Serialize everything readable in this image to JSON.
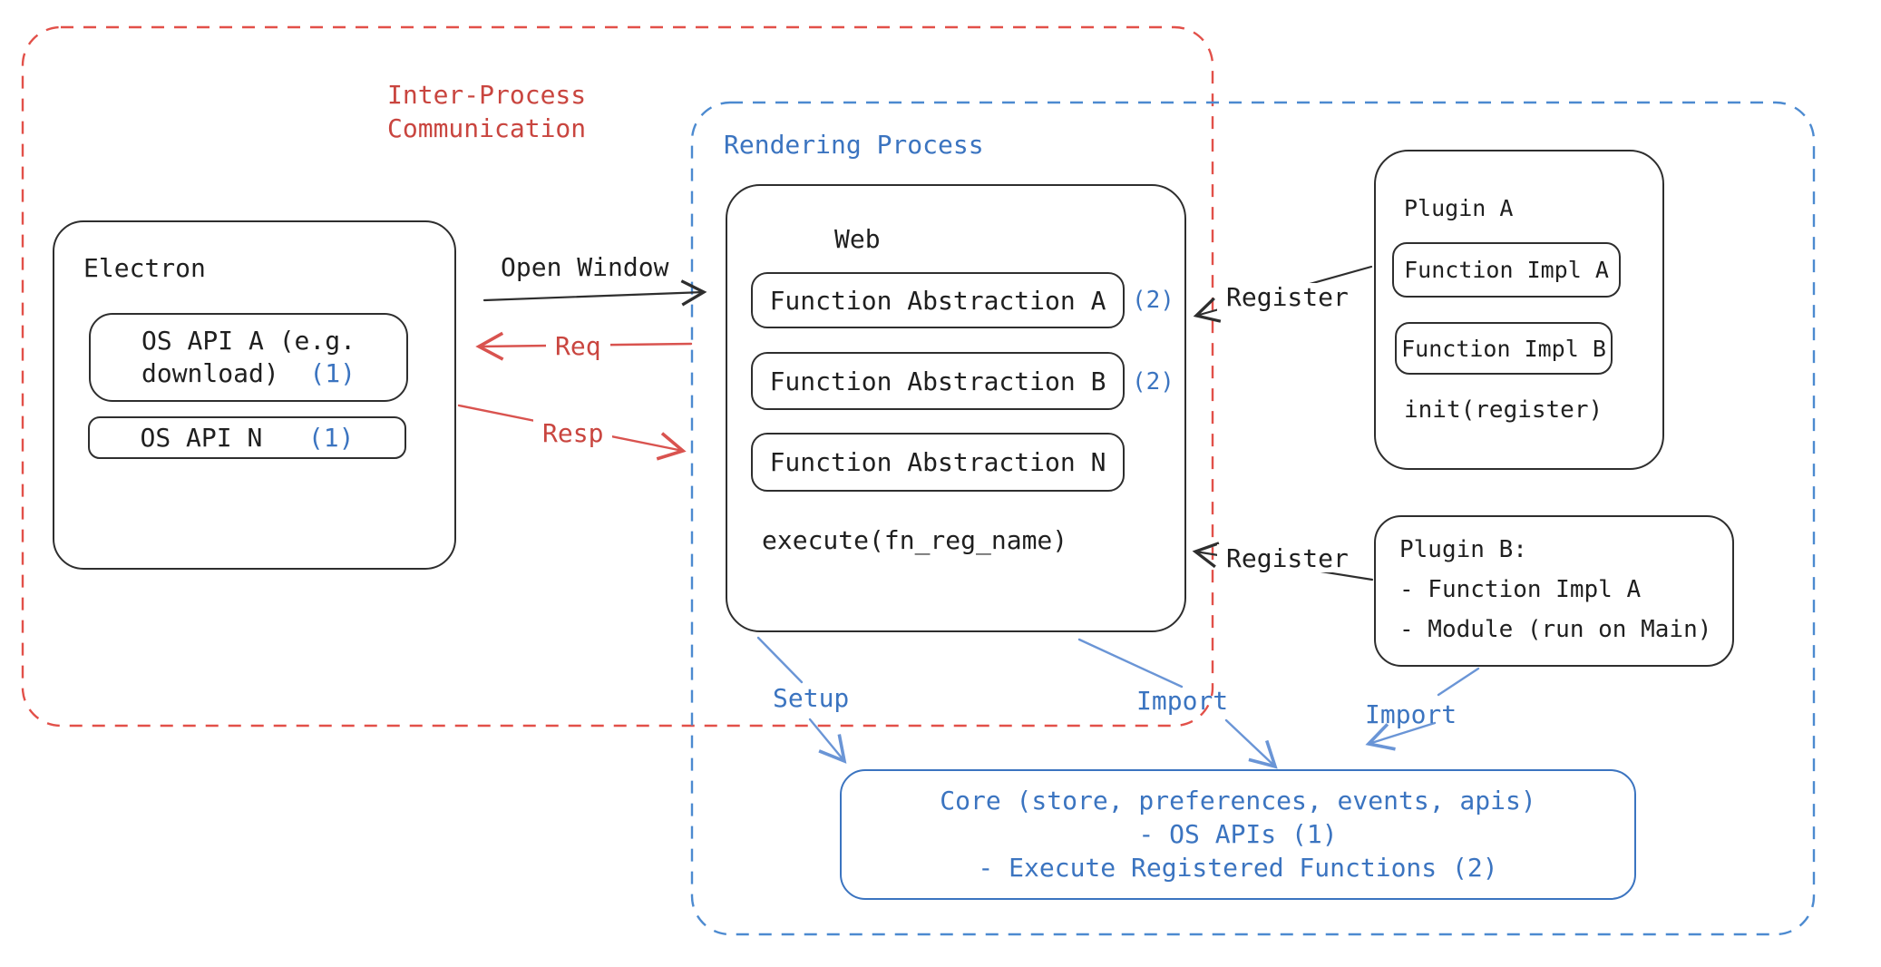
{
  "colors": {
    "ink": "#2e2e2e",
    "text": "#1f1f1f",
    "red": "#c9453f",
    "dash-red": "#e25049",
    "blue": "#3b74c0",
    "dash-blue": "#4c8ad0",
    "arrow-blue": "#6a95d6"
  },
  "ipc_region": {
    "line1": "Inter-Process",
    "line2": "Communication"
  },
  "rendering_region": {
    "label": "Rendering Process"
  },
  "electron": {
    "title": "Electron",
    "os_api_a": {
      "line1": "OS API A (e.g.",
      "line2": "download)",
      "badge": "(1)"
    },
    "os_api_n": {
      "label": "OS API N",
      "badge": "(1)"
    }
  },
  "web": {
    "title": "Web",
    "abstractions": [
      {
        "label": "Function Abstraction A",
        "badge": "(2)"
      },
      {
        "label": "Function Abstraction B",
        "badge": "(2)"
      },
      {
        "label": "Function Abstraction N",
        "badge": null
      }
    ],
    "execute": "execute(fn_reg_name)"
  },
  "plugin_a": {
    "title": "Plugin A",
    "impl_a": "Function Impl A",
    "impl_b": "Function Impl B",
    "init": "init(register)"
  },
  "plugin_b": {
    "title": "Plugin B:",
    "items": [
      "- Function Impl A",
      "- Module (run on Main)"
    ]
  },
  "core": {
    "lines": [
      "Core (store, preferences, events, apis)",
      "- OS APIs (1)",
      "- Execute Registered Functions (2)"
    ]
  },
  "arrow_labels": {
    "open_window": "Open Window",
    "req": "Req",
    "resp": "Resp",
    "register_top": "Register",
    "register_bottom": "Register",
    "setup": "Setup",
    "import_web": "Import",
    "import_plugin": "Import"
  }
}
